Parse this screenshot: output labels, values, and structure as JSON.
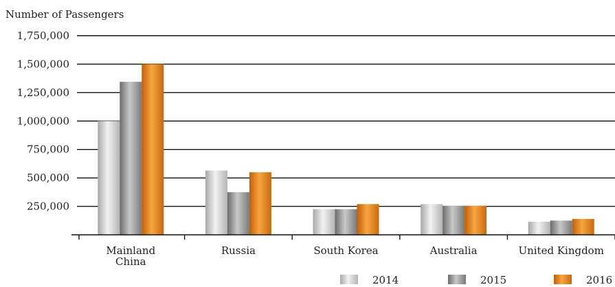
{
  "chart_data": {
    "type": "bar",
    "ylabel": "Number of Passengers",
    "categories": [
      "Mainland China",
      "Russia",
      "South Korea",
      "Australia",
      "United Kingdom"
    ],
    "series": [
      {
        "name": "2014",
        "values": [
          1000000,
          565000,
          225000,
          270000,
          115000
        ]
      },
      {
        "name": "2015",
        "values": [
          1345000,
          375000,
          225000,
          255000,
          125000
        ]
      },
      {
        "name": "2016",
        "values": [
          1500000,
          550000,
          270000,
          255000,
          140000
        ]
      }
    ],
    "yticks": [
      "250,000",
      "500,000",
      "750,000",
      "1,000,000",
      "1,250,000",
      "1,500,000",
      "1,750,000"
    ],
    "ylim": [
      0,
      1750000
    ],
    "grid": true,
    "legend_position": "bottom-right",
    "colors": {
      "2014": [
        "#a8a8a8",
        "#f2f2f2",
        "#b4b4b4"
      ],
      "2015": [
        "#6c6c6c",
        "#c8c8c8",
        "#7a7a7a"
      ],
      "2016": [
        "#c05f0a",
        "#f7a640",
        "#c8690f"
      ]
    }
  }
}
